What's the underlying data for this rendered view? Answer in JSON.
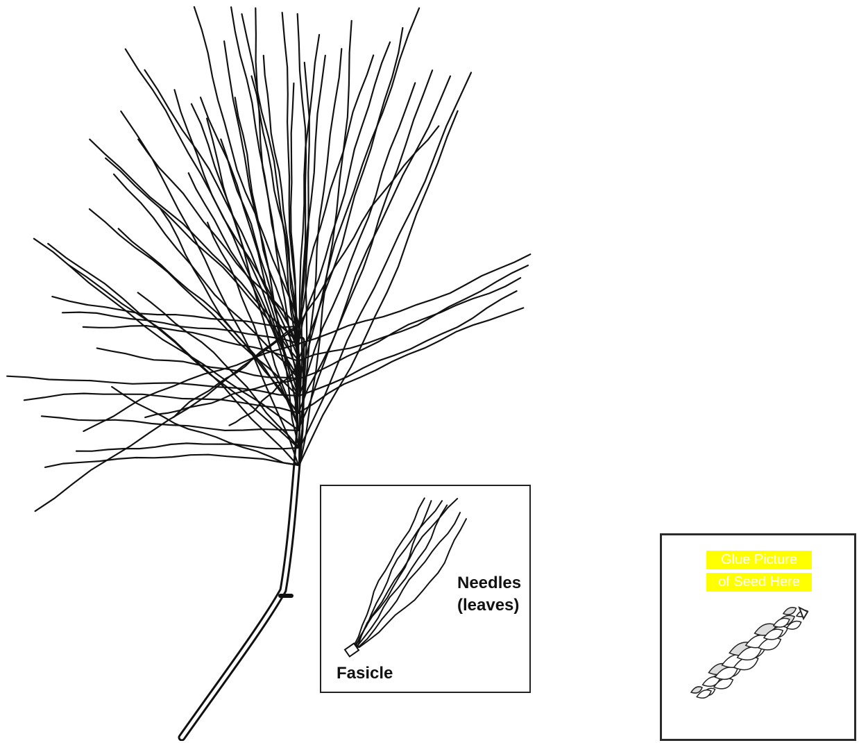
{
  "inset": {
    "needles_line1": "Needles",
    "needles_line2": "(leaves)",
    "fasicle_label": "Fasicle"
  },
  "seed_box": {
    "glue_line1": "Glue Picture",
    "glue_line2": "of Seed Here"
  },
  "colors": {
    "ink": "#111111",
    "highlight": "#ffff00",
    "highlight_text": "#ffffff"
  },
  "icons": {
    "branch": "pine-branch-illustration",
    "fasicle": "needle-fasicle-illustration",
    "cone": "pine-cone-illustration"
  }
}
